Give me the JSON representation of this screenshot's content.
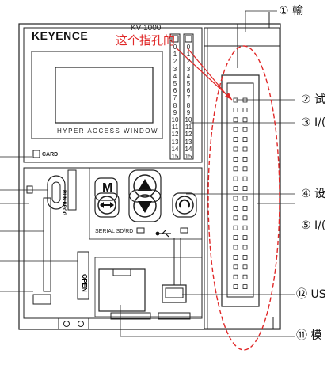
{
  "device": {
    "brand": "KEYENCE",
    "model": "KV-1000",
    "display_label": "HYPER ACCESS WINDOW",
    "card_label": "CARD",
    "serial_label": "SERIAL SD/RD",
    "switch_label": "RUN PROG",
    "door_label": "OPEN",
    "m_button": "M"
  },
  "io_channels": {
    "column_a": [
      "0",
      "1",
      "2",
      "3",
      "4",
      "5",
      "6",
      "7",
      "8",
      "9",
      "10",
      "11",
      "12",
      "13",
      "14",
      "15"
    ],
    "column_b": [
      "0",
      "1",
      "2",
      "3",
      "4",
      "5",
      "6",
      "7",
      "8",
      "9",
      "10",
      "11",
      "12",
      "13",
      "14",
      "15"
    ]
  },
  "annotation": {
    "note": "这个指孔的",
    "note_color": "#e02828"
  },
  "callouts": [
    {
      "number": "①",
      "text": "輸"
    },
    {
      "number": "②",
      "text": "试"
    },
    {
      "number": "③",
      "text": "I/("
    },
    {
      "number": "④",
      "text": "设"
    },
    {
      "number": "⑤",
      "text": "I/("
    },
    {
      "number": "⑫",
      "text": "US"
    },
    {
      "number": "⑪",
      "text": "模"
    }
  ]
}
